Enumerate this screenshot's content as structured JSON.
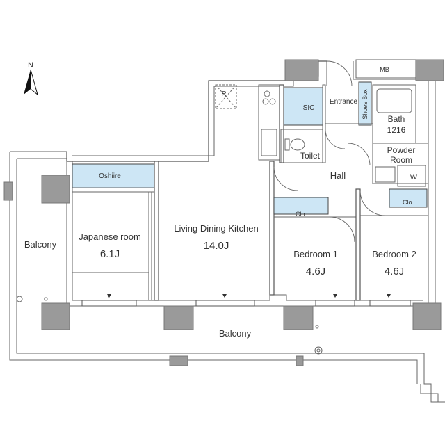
{
  "compass": {
    "label": "N"
  },
  "rooms": {
    "balcony_left": "Balcony",
    "balcony_bottom": "Balcony",
    "oshiire": "Oshiire",
    "japanese_room": "Japanese room",
    "japanese_size": "6.1J",
    "ldk": "Living Dining Kitchen",
    "ldk_size": "14.0J",
    "bedroom1": "Bedroom 1",
    "bedroom1_size": "4.6J",
    "bedroom2": "Bedroom 2",
    "bedroom2_size": "4.6J",
    "hall": "Hall",
    "toilet": "Toilet",
    "sic": "SIC",
    "entrance": "Entrance",
    "shoes_box": "Shoes Box",
    "mb": "MB",
    "bath": "Bath",
    "bath_size": "1216",
    "powder_room_1": "Powder",
    "powder_room_2": "Room",
    "washer": "W",
    "clo1": "Clo.",
    "clo2": "Clo.",
    "fridge": "R"
  }
}
